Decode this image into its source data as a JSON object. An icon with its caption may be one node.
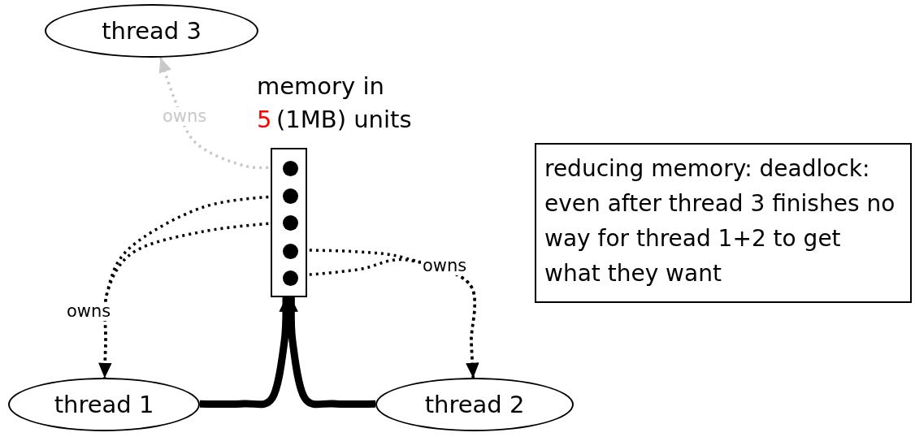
{
  "diagram": {
    "nodes": [
      {
        "text": [
          "thread 3"
        ]
      },
      {
        "text": [
          "memory in",
          "5",
          "(1MB) units"
        ]
      },
      {
        "text": [],
        "shape": "circle",
        "in": 1
      },
      {
        "text": [],
        "shape": "circle",
        "in": 1
      },
      {
        "text": [],
        "shape": "circle",
        "in": 1
      },
      {
        "text": [],
        "shape": "circle",
        "in": 1
      },
      {
        "text": [],
        "shape": "circle",
        "in": 1
      },
      {
        "text": [
          "thread 1"
        ]
      },
      {
        "text": [
          "thread 2"
        ]
      },
      {
        "text": [
          "reducing memory: deadlock: even after thread 3 finishes no way for thread 1+2 to get what they want"
        ]
      }
    ],
    "edges": [
      {
        "from": 2,
        "to": 0,
        "arrow": "to",
        "label": "owns",
        "style": "dashed",
        "color": "#c8c8c8"
      },
      {
        "from": 3,
        "to": 7,
        "arrow": "to",
        "label": "owns",
        "style": "dashed"
      },
      {
        "from": 4,
        "to": 7,
        "arrow": "to",
        "style": "dashed"
      },
      {
        "from": 5,
        "to": 8,
        "arrow": "to",
        "label": "owns",
        "style": "dashed"
      },
      {
        "from": 6,
        "to": 8,
        "arrow": "to",
        "style": "dashed"
      },
      {
        "from": 7,
        "to": 1,
        "arrow": "to",
        "style": "thick"
      },
      {
        "from": 8,
        "to": 1,
        "arrow": "to",
        "style": "thick"
      }
    ]
  }
}
